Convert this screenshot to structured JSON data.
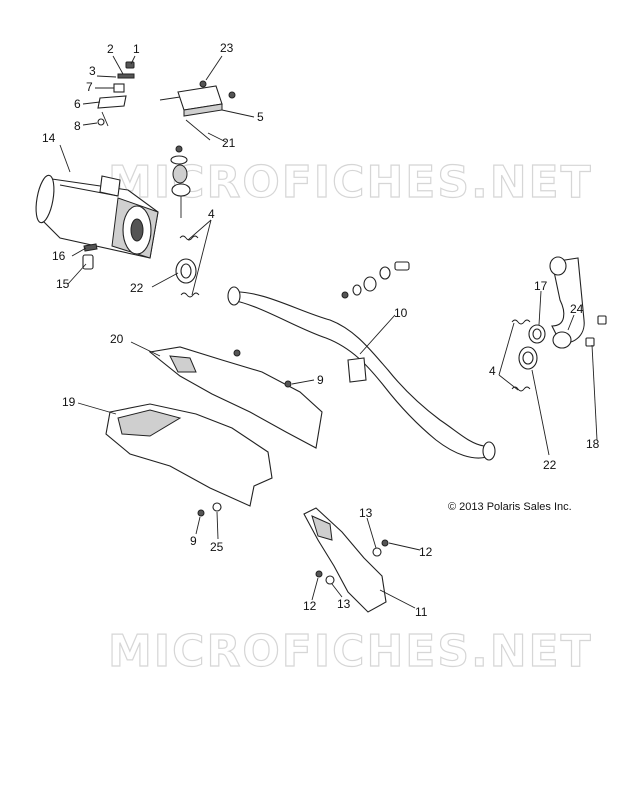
{
  "watermark": "MICROFICHES.NET",
  "copyright": "© 2013 Polaris Sales Inc.",
  "callouts": {
    "c1": "1",
    "c2": "2",
    "c3": "3",
    "c4a": "4",
    "c4b": "4",
    "c5": "5",
    "c6": "6",
    "c7": "7",
    "c8": "8",
    "c9a": "9",
    "c9b": "9",
    "c10": "10",
    "c11": "11",
    "c12a": "12",
    "c12b": "12",
    "c13a": "13",
    "c13b": "13",
    "c14": "14",
    "c15": "15",
    "c16": "16",
    "c17": "17",
    "c18": "18",
    "c19": "19",
    "c20": "20",
    "c21": "21",
    "c22a": "22",
    "c22b": "22",
    "c23": "23",
    "c24": "24",
    "c25": "25"
  }
}
